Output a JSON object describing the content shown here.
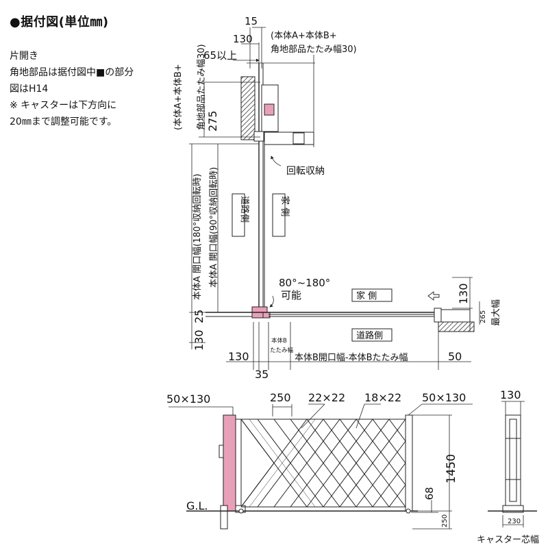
{
  "title": "●据付図(単位㎜)",
  "notes": [
    "片開き",
    "角地部品は据付図中■の部分",
    "図はH14",
    "※ キャスターは下方向に",
    "20㎜まで調整可能です。"
  ],
  "colors": {
    "pink_parts": "#e8a0b8",
    "wall_hatch": "#555555",
    "line": "#222222"
  },
  "plan": {
    "dim_top_15": "15",
    "dim_top_130": "130",
    "dim_65": "65以上",
    "note_ab_1": "(本体A+本体B+",
    "note_ab_2": "角地部品たたみ幅30)",
    "vert_note_a": "(本体A+本体B+",
    "vert_note_b": "角地部品たたみ幅30)",
    "dim_275": "275",
    "rotate_label": "回転収納",
    "road_side_v": "道路側",
    "house_side_v": "家 側",
    "vert_180": "本体A 開口幅(180°収納回転時)",
    "vert_90": "本体A 開口幅(90°収納回転時)",
    "angle_1": "80°~180°",
    "angle_2": "可能",
    "house_side_h": "家 側",
    "road_side_h": "道路側",
    "dim_25": "25",
    "dim_130_left": "130",
    "dim_130_bottom": "130",
    "body_b_fold_1": "本体B",
    "body_b_fold_2": "たたみ幅",
    "body_b_open": "本体B開口幅-本体Bたたみ幅",
    "dim_50": "50",
    "dim_35": "35",
    "dim_130_right": "130",
    "dim_265": "265",
    "max_width": "最大幅"
  },
  "elevation": {
    "dim_50x130_left": "50×130",
    "dim_250": "250",
    "dim_22x22": "22×22",
    "dim_18x22": "18×22",
    "dim_50x130_right": "50×130",
    "dim_1450": "1450",
    "dim_68": "68",
    "dim_250_bottom": "250",
    "gl": "G.L."
  },
  "side": {
    "dim_130": "130",
    "dim_230": "230",
    "caster_label": "キャスター芯幅"
  }
}
